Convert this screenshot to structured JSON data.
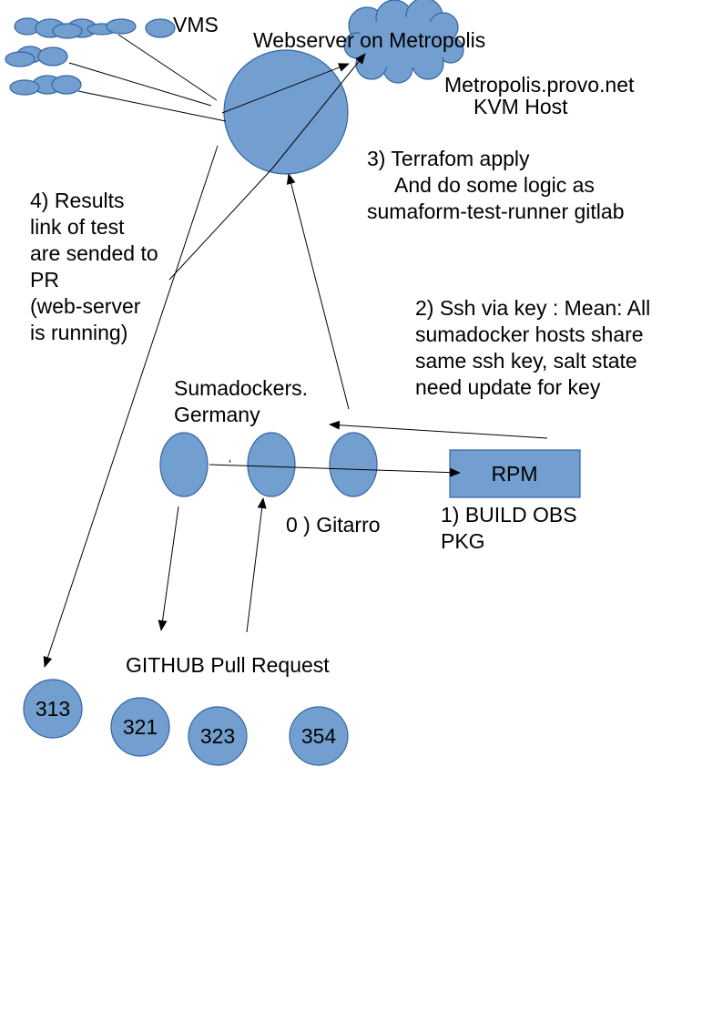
{
  "colors": {
    "node_fill": "#729fcf",
    "node_stroke": "#3465a4",
    "line": "#000000",
    "background": "#ffffff"
  },
  "labels": {
    "vms": "VMS",
    "webserver": "Webserver on Metropolis",
    "kvm_host": [
      "Metropolis.provo.net",
      "KVM Host"
    ],
    "terraform": [
      "3) Terrafom apply",
      "And do some logic as",
      "sumaform-test-runner gitlab"
    ],
    "results": [
      "4) Results",
      "link of test",
      "are sended to",
      "PR",
      "(web-server",
      "is running)"
    ],
    "ssh": [
      "2) Ssh via key : Mean: All",
      "sumadocker hosts share",
      "same ssh key, salt state",
      "need update for key"
    ],
    "sumadockers": [
      "Sumadockers.",
      "Germany"
    ],
    "rpm": "RPM",
    "build": [
      "1) BUILD OBS",
      "PKG"
    ],
    "gitarro": "0 ) Gitarro",
    "github_pr": "GITHUB Pull Request",
    "stray_mark": "‘"
  },
  "pull_requests": [
    "313",
    "321",
    "323",
    "354"
  ],
  "icons": {
    "cloud": "cloud-icon",
    "vm_cluster": "vm-cluster-icon"
  }
}
